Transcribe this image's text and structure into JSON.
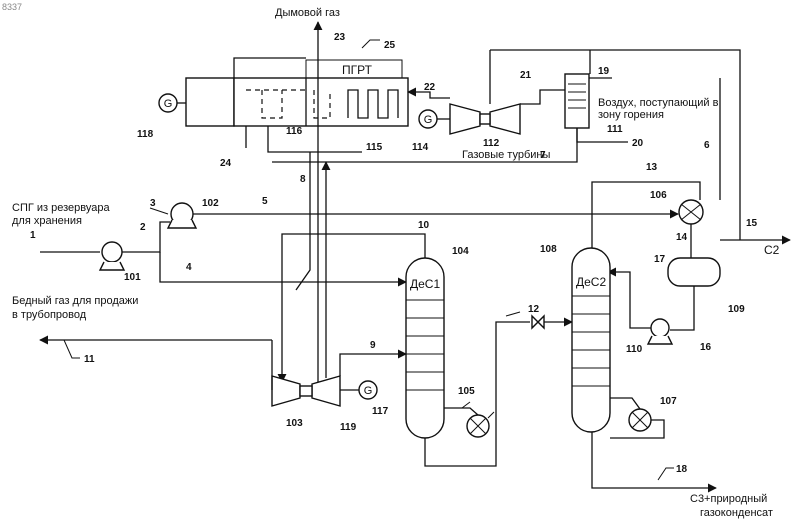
{
  "doc_id": "8337",
  "equipment": {
    "hrsg": "ПГРТ",
    "dec1": "ДеС1",
    "dec2": "ДеС2",
    "generator": "G"
  },
  "labels": {
    "flue_gas": "Дымовой газ",
    "lng_line1": "СПГ из резервуара",
    "lng_line2": "для хранения",
    "lean_gas_line1": "Бедный газ для продажи",
    "lean_gas_line2": "в трубопровод",
    "gas_turbines": "Газовые турбины",
    "air_line1": "Воздух, поступающий в",
    "air_line2": "зону горения",
    "c2": "C2",
    "c3_line1": "C3+природный",
    "c3_line2": "газоконденсат"
  },
  "numbers": {
    "n1": "1",
    "n2": "2",
    "n3": "3",
    "n4": "4",
    "n5": "5",
    "n6": "6",
    "n7": "7",
    "n8": "8",
    "n9": "9",
    "n10": "10",
    "n11": "11",
    "n12": "12",
    "n13": "13",
    "n14": "14",
    "n15": "15",
    "n16": "16",
    "n17": "17",
    "n18": "18",
    "n19": "19",
    "n20": "20",
    "n21": "21",
    "n22": "22",
    "n23": "23",
    "n24": "24",
    "n25": "25",
    "n101": "101",
    "n102": "102",
    "n103": "103",
    "n104": "104",
    "n105": "105",
    "n106": "106",
    "n107": "107",
    "n108": "108",
    "n109": "109",
    "n110": "110",
    "n111": "111",
    "n112": "112",
    "n114": "114",
    "n115": "115",
    "n116": "116",
    "n117": "117",
    "n118": "118",
    "n119": "119"
  }
}
